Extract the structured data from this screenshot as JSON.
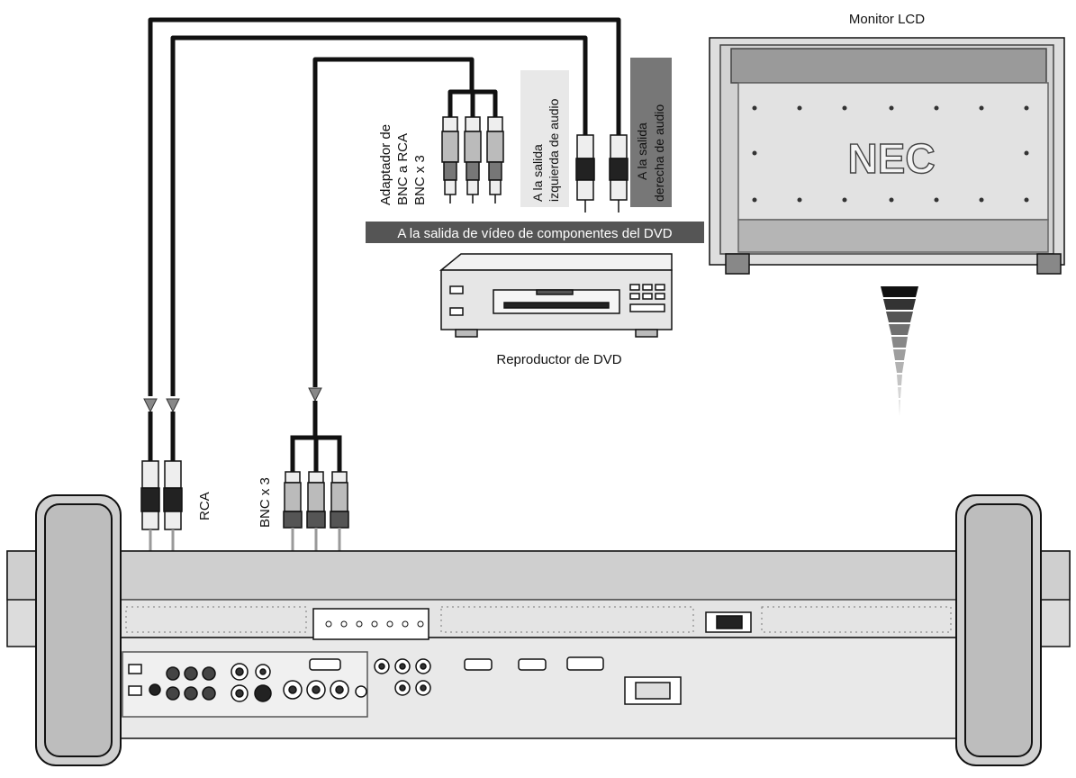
{
  "labels": {
    "monitor_title": "Monitor LCD",
    "monitor_brand": "NEC",
    "adapter_line1": "Adaptador de",
    "adapter_line2": "BNC a RCA",
    "adapter_line3": "BNC x 3",
    "audio_left_line1": "A la salida",
    "audio_left_line2": "izquierda de audio",
    "audio_right_line1": "A la salida",
    "audio_right_line2": "derecha de audio",
    "component_out": "A la salida de vídeo de componentes del DVD",
    "dvd_player": "Reproductor de DVD",
    "rca": "RCA",
    "bnc_x3": "BNC x 3"
  },
  "colors": {
    "line": "#111111",
    "panel_fill": "#dedede",
    "device_fill": "#e6e6e6",
    "label_dark_bg": "#555555",
    "label_light_bg": "#e8e8e8",
    "audio_right_bg": "#777777",
    "cable": "#111111",
    "thin_cable": "#9a9a9a"
  },
  "icons": {
    "component_cable": "bnc-triple-cable",
    "audio_cables": "rca-stereo-cable",
    "arrows": "down-arrow",
    "gradient": "wedge-shade-scale"
  }
}
